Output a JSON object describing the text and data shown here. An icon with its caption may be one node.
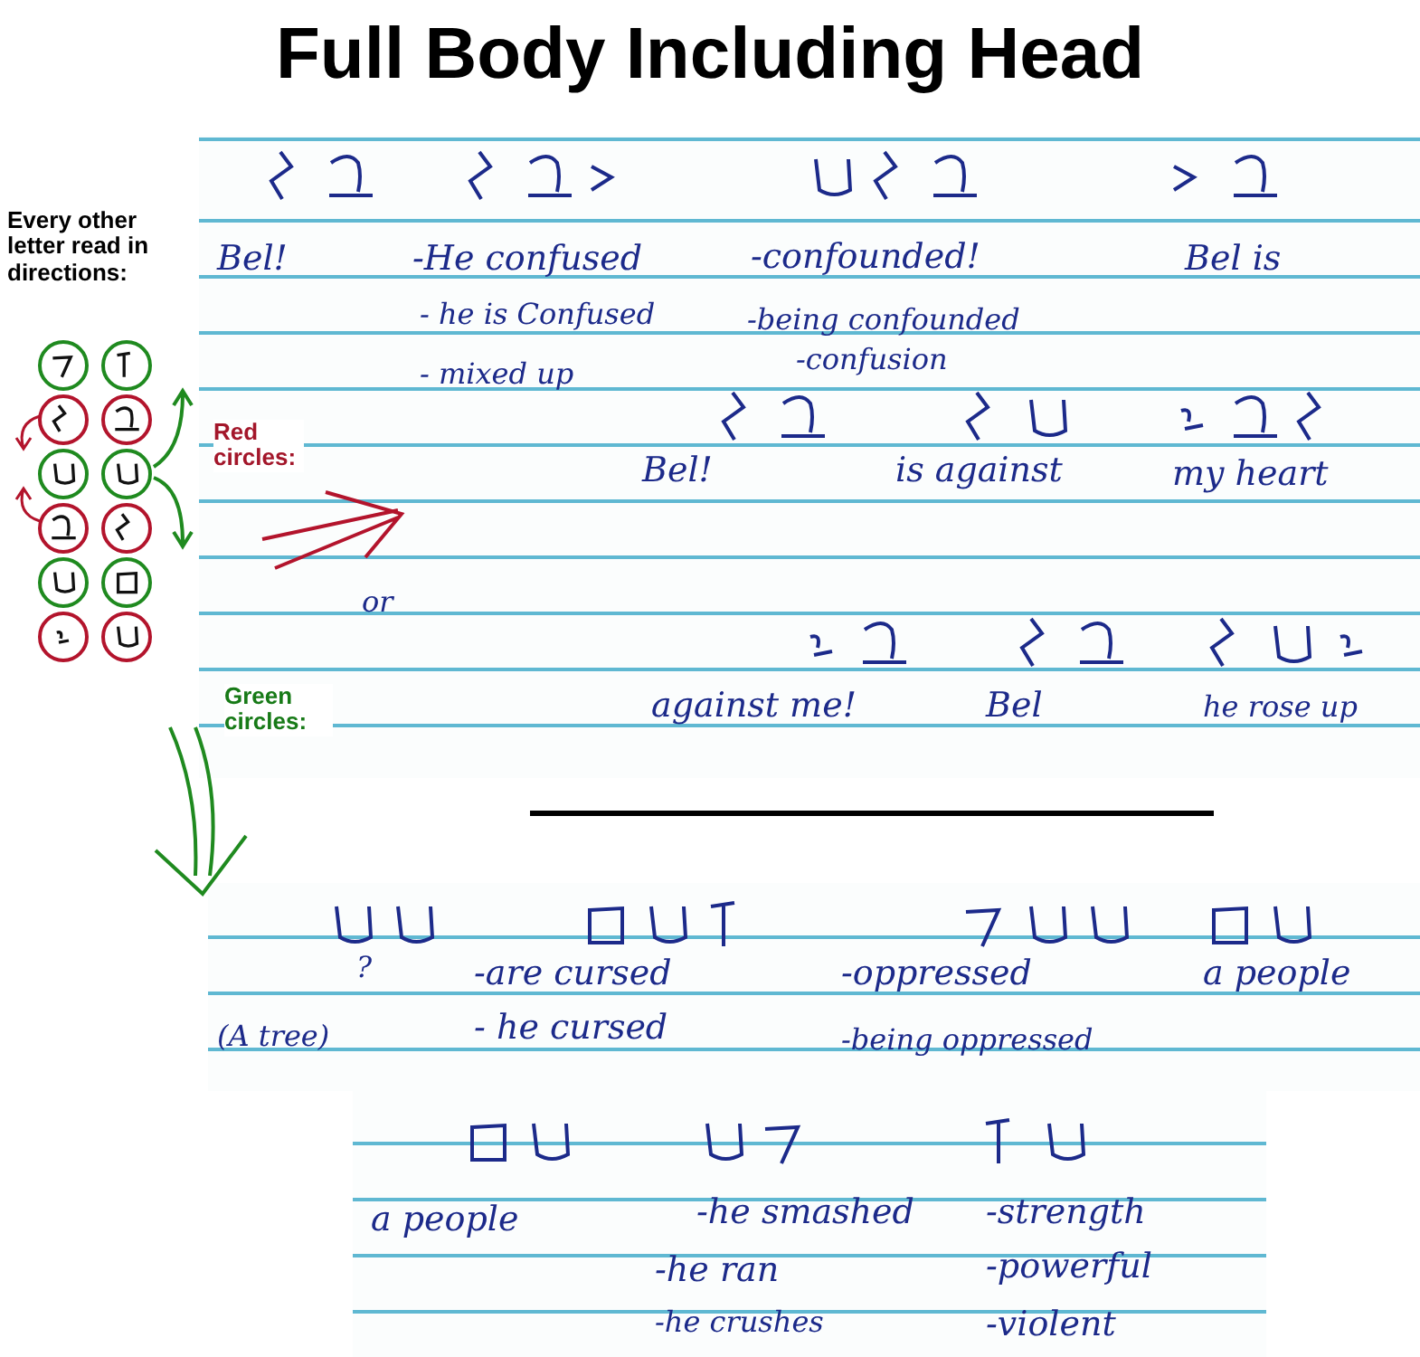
{
  "diagram": {
    "title": "Full Body Including Head",
    "labels": [
      "Every other letter read in directions:",
      "Bel!",
      "-He confused",
      "-confounded!",
      "Bel is",
      "- he is Confused",
      "-being confounded",
      "- mixed up",
      "-confusion",
      "Red circles:",
      "Bel!",
      "is against",
      "my heart",
      "or",
      "against me!",
      "Bel",
      "he rose up",
      "Green circles:",
      "?",
      "-are cursed",
      "-oppressed",
      "a people",
      "(A tree)",
      "- he cursed",
      "-being oppressed",
      "a people",
      "-he smashed",
      "-strength",
      "-he ran",
      "-powerful",
      "-he crushes",
      "-violent"
    ]
  }
}
